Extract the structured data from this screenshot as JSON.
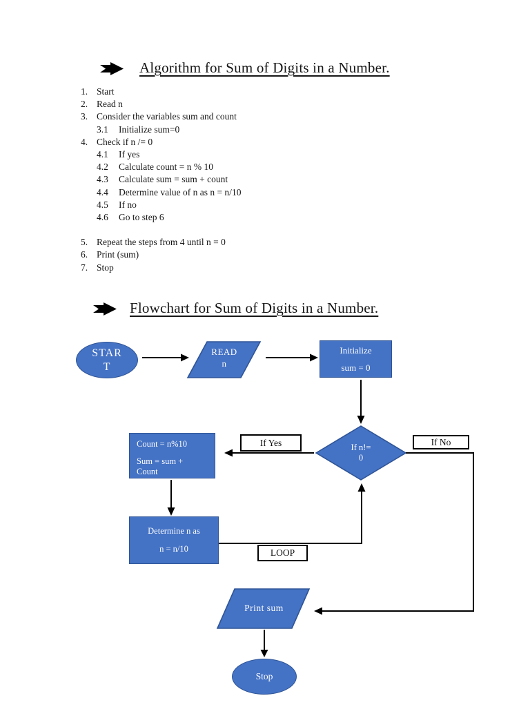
{
  "colors": {
    "shape_fill": "#4472C4",
    "shape_border": "#2F5496",
    "arrow": "#000000",
    "text": "#161616"
  },
  "headings": {
    "algorithm": "Algorithm for Sum of Digits in a Number.",
    "flowchart": "Flowchart for Sum of Digits in a Number."
  },
  "algorithm": {
    "items": [
      {
        "number": "1.",
        "text": "Start"
      },
      {
        "number": "2.",
        "text": "Read n"
      },
      {
        "number": "3.",
        "text": "Consider the variables sum and count"
      },
      {
        "number": "3.1",
        "text": "Initialize sum=0"
      },
      {
        "number": "4.",
        "text": "Check if n /= 0"
      },
      {
        "number": "4.1",
        "text": "If yes"
      },
      {
        "number": "4.2",
        "text": "Calculate count = n % 10"
      },
      {
        "number": "4.3",
        "text": "Calculate sum = sum + count"
      },
      {
        "number": "4.4",
        "text": "Determine value of n as n = n/10"
      },
      {
        "number": "4.5",
        "text": "If no"
      },
      {
        "number": "4.6",
        "text": "Go to step 6"
      },
      {
        "number": "5.",
        "text": "Repeat the steps from 4 until n = 0"
      },
      {
        "number": "6.",
        "text": "Print (sum)"
      },
      {
        "number": "7.",
        "text": "Stop"
      }
    ]
  },
  "flowchart": {
    "start": {
      "line1": "STAR",
      "line2": "T"
    },
    "read": {
      "line1": "READ",
      "line2": "n"
    },
    "initialize": {
      "line1": "Initialize",
      "line2": "sum = 0"
    },
    "decision": {
      "line1": "If n!=",
      "line2": "0"
    },
    "count_box": {
      "line1": "Count = n%10",
      "line2": "Sum = sum +",
      "line3": "Count"
    },
    "determine_box": {
      "line1": "Determine n as",
      "line2": "n = n/10"
    },
    "labels": {
      "yes": "If Yes",
      "no": "If No",
      "loop": "LOOP"
    },
    "print_box": {
      "line1": "Print sum"
    },
    "stop": {
      "line1": "Stop"
    }
  }
}
